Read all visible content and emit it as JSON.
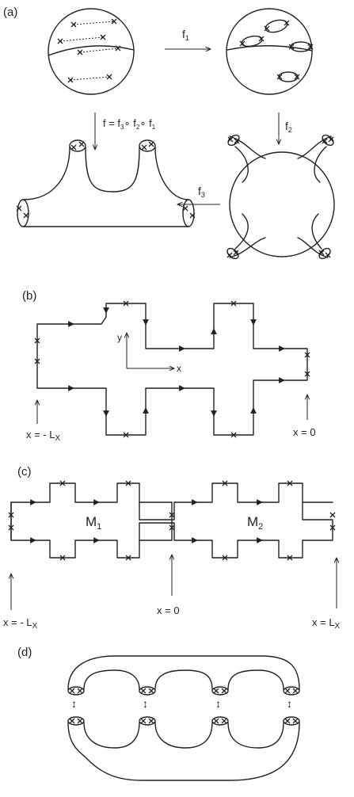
{
  "panel_labels": {
    "a": "(a)",
    "b": "(b)",
    "c": "(c)",
    "d": "(d)"
  },
  "panel_a": {
    "map_f1": "f",
    "map_f1_sub": "1",
    "map_f2": "f",
    "map_f2_sub": "2",
    "map_f3": "f",
    "map_f3_sub": "3",
    "composite": "f = f",
    "composite_sub1": "3",
    "composite_mid1": "∘ f",
    "composite_sub2": "2",
    "composite_mid2": "∘ f",
    "composite_sub3": "1"
  },
  "panel_b": {
    "axis_y": "y",
    "axis_x": "x",
    "left_label": "x = - L",
    "left_label_sub": "X",
    "right_label": "x = 0"
  },
  "panel_c": {
    "m1": "M",
    "m1_sub": "1",
    "m2": "M",
    "m2_sub": "2",
    "left_label": "x = - L",
    "left_label_sub": "X",
    "mid_label": "x = 0",
    "right_label": "x = L",
    "right_label_sub": "X"
  },
  "panel_d": {
    "glue_symbol": "↕"
  }
}
